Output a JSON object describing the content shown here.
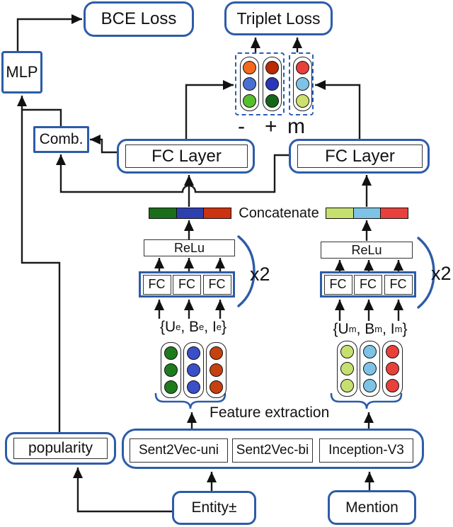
{
  "diagram": {
    "colors": {
      "accent_blue": "#2d5ca8",
      "dashed_blue": "#2a5db5",
      "line": "#1a1a1a"
    },
    "bce_loss": "BCE Loss",
    "triplet_loss": "Triplet Loss",
    "mlp": "MLP",
    "comb": "Comb.",
    "fc_layer_left": "FC Layer",
    "fc_layer_right": "FC Layer",
    "margin_ops": [
      "-",
      "+",
      "m"
    ],
    "concatenate": "Concatenate",
    "relu_left": "ReLu",
    "relu_right": "ReLu",
    "fc_small": [
      "FC",
      "FC",
      "FC"
    ],
    "x2_left": "x2",
    "x2_right": "x2",
    "entity_set": [
      {
        "t": "{U",
        "s": "e"
      },
      {
        "t": ", B",
        "s": "e"
      },
      {
        "t": ", I",
        "s": "e"
      },
      {
        "t": "}",
        "s": ""
      }
    ],
    "mention_set": [
      {
        "t": "{U",
        "s": "m"
      },
      {
        "t": ", B",
        "s": "m"
      },
      {
        "t": ", I",
        "s": "m"
      },
      {
        "t": "}",
        "s": ""
      }
    ],
    "feature_extraction": "Feature extraction",
    "popularity": "popularity",
    "extractors": [
      "Sent2Vec-uni",
      "Sent2Vec-bi",
      "Inception-V3"
    ],
    "entity": "Entity±",
    "mention": "Mention",
    "triplet_pill_neg": [
      "#f26a1e",
      "#4a70d0",
      "#56bf2e"
    ],
    "triplet_pill_pos": [
      "#bb2b00",
      "#2a37b8",
      "#14661b"
    ],
    "triplet_pill_m": [
      "#e8403a",
      "#7ec3e6",
      "#cde06d"
    ],
    "entity_pill_u": [
      "#1e7b1e",
      "#1e7b1e",
      "#1e7b1e"
    ],
    "entity_pill_b": [
      "#3b4fc8",
      "#3b4fc8",
      "#3b4fc8"
    ],
    "entity_pill_i": [
      "#c5410f",
      "#c5410f",
      "#c5410f"
    ],
    "mention_pill_u": [
      "#c6e070",
      "#c6e070",
      "#c6e070"
    ],
    "mention_pill_b": [
      "#7ec3e6",
      "#7ec3e6",
      "#7ec3e6"
    ],
    "mention_pill_i": [
      "#e8403a",
      "#e8403a",
      "#e8403a"
    ],
    "concat_bar_left": [
      "#1a6e1a",
      "#2e3fae",
      "#cc3310"
    ],
    "concat_bar_right": [
      "#c6e070",
      "#7ec3e6",
      "#e8413c"
    ]
  }
}
